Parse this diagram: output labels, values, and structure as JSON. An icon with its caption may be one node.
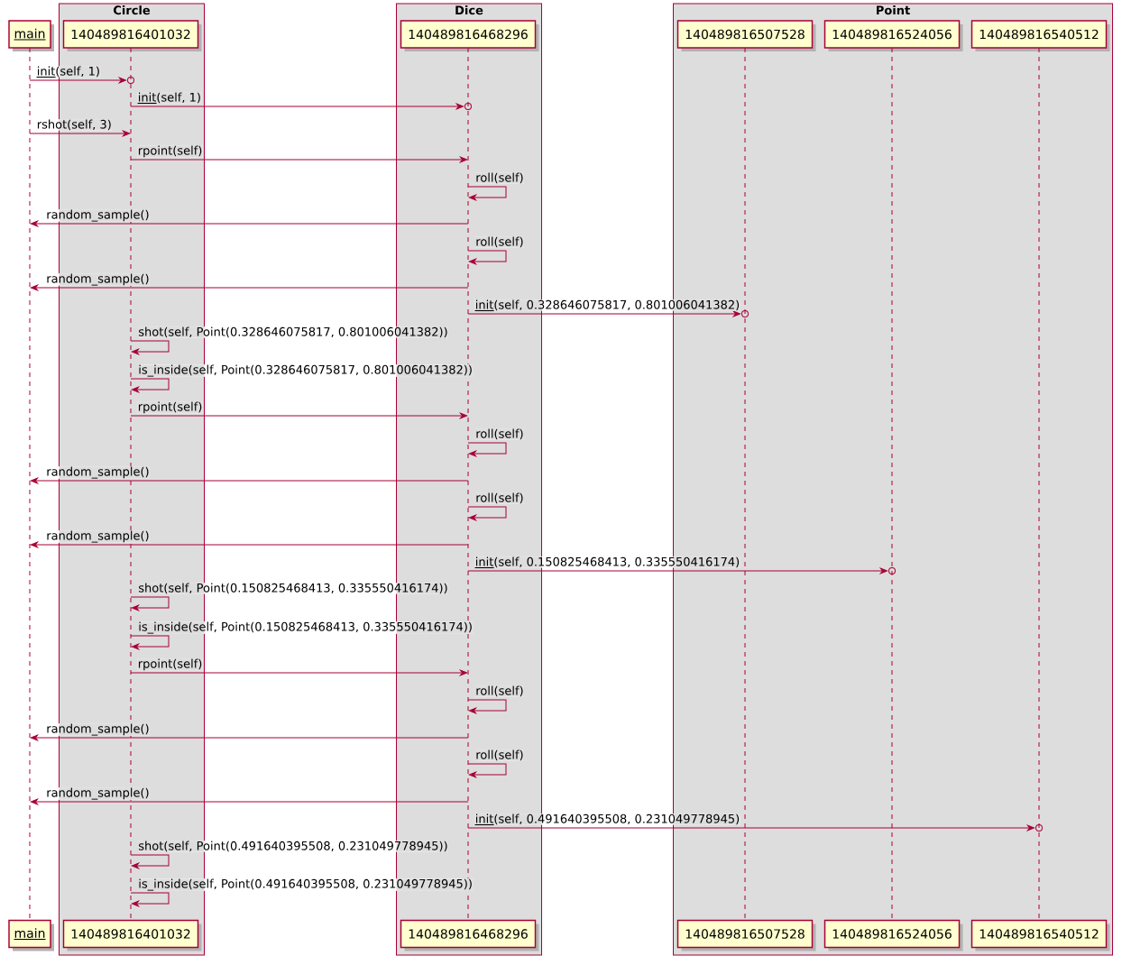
{
  "diagram": {
    "nodes": [
      {
        "text": [
          "main"
        ]
      },
      {
        "text": [
          "Circle"
        ]
      },
      {
        "text": [
          "140489816401032"
        ],
        "in": 1
      },
      {
        "text": [
          "Dice"
        ]
      },
      {
        "text": [
          "140489816468296"
        ],
        "in": 3
      },
      {
        "text": [
          "Point"
        ]
      },
      {
        "text": [
          "140489816507528"
        ],
        "in": 5
      },
      {
        "text": [
          "140489816524056"
        ],
        "in": 5
      },
      {
        "text": [
          "140489816540512"
        ],
        "in": 5
      },
      {
        "text": [],
        "shape": "line"
      },
      {
        "text": [],
        "shape": "line",
        "in": 1
      },
      {
        "text": [],
        "shape": "line",
        "in": 3
      },
      {
        "text": [],
        "shape": "line",
        "in": 5
      },
      {
        "text": [],
        "shape": "line",
        "in": 5
      },
      {
        "text": [],
        "shape": "line",
        "in": 5
      },
      {
        "text": [
          "main"
        ]
      },
      {
        "text": [
          "140489816401032"
        ],
        "in": 1
      },
      {
        "text": [
          "140489816468296"
        ],
        "in": 3
      },
      {
        "text": [
          "140489816507528"
        ],
        "in": 5
      },
      {
        "text": [
          "140489816524056"
        ],
        "in": 5
      },
      {
        "text": [
          "140489816540512"
        ],
        "in": 5
      }
    ],
    "edges": [
      {
        "from": 9,
        "to": 10,
        "arrow": "to",
        "label": "init(self, 1)"
      },
      {
        "from": 10,
        "to": 11,
        "arrow": "to",
        "label": "init(self, 1)"
      },
      {
        "from": 9,
        "to": 10,
        "arrow": "to",
        "label": "rshot(self, 3)"
      },
      {
        "from": 10,
        "to": 11,
        "arrow": "to",
        "label": "rpoint(self)"
      },
      {
        "from": 11,
        "to": 11,
        "arrow": "to",
        "label": "roll(self)"
      },
      {
        "from": 11,
        "to": 9,
        "arrow": "to",
        "label": "random_sample()"
      },
      {
        "from": 11,
        "to": 11,
        "arrow": "to",
        "label": "roll(self)"
      },
      {
        "from": 11,
        "to": 9,
        "arrow": "to",
        "label": "random_sample()"
      },
      {
        "from": 11,
        "to": 12,
        "arrow": "to",
        "label": "init(self, 0.328646075817, 0.801006041382)"
      },
      {
        "from": 10,
        "to": 10,
        "arrow": "to",
        "label": "shot(self, Point(0.328646075817, 0.801006041382))"
      },
      {
        "from": 10,
        "to": 10,
        "arrow": "to",
        "label": "is_inside(self, Point(0.328646075817, 0.801006041382))"
      },
      {
        "from": 10,
        "to": 11,
        "arrow": "to",
        "label": "rpoint(self)"
      },
      {
        "from": 11,
        "to": 11,
        "arrow": "to",
        "label": "roll(self)"
      },
      {
        "from": 11,
        "to": 9,
        "arrow": "to",
        "label": "random_sample()"
      },
      {
        "from": 11,
        "to": 11,
        "arrow": "to",
        "label": "roll(self)"
      },
      {
        "from": 11,
        "to": 9,
        "arrow": "to",
        "label": "random_sample()"
      },
      {
        "from": 11,
        "to": 13,
        "arrow": "to",
        "label": "init(self, 0.150825468413, 0.335550416174)"
      },
      {
        "from": 10,
        "to": 10,
        "arrow": "to",
        "label": "shot(self, Point(0.150825468413, 0.335550416174))"
      },
      {
        "from": 10,
        "to": 10,
        "arrow": "to",
        "label": "is_inside(self, Point(0.150825468413, 0.335550416174))"
      },
      {
        "from": 10,
        "to": 11,
        "arrow": "to",
        "label": "rpoint(self)"
      },
      {
        "from": 11,
        "to": 11,
        "arrow": "to",
        "label": "roll(self)"
      },
      {
        "from": 11,
        "to": 9,
        "arrow": "to",
        "label": "random_sample()"
      },
      {
        "from": 11,
        "to": 11,
        "arrow": "to",
        "label": "roll(self)"
      },
      {
        "from": 11,
        "to": 9,
        "arrow": "to",
        "label": "random_sample()"
      },
      {
        "from": 11,
        "to": 14,
        "arrow": "to",
        "label": "init(self, 0.491640395508, 0.231049778945)"
      },
      {
        "from": 10,
        "to": 10,
        "arrow": "to",
        "label": "shot(self, Point(0.491640395508, 0.231049778945))"
      },
      {
        "from": 10,
        "to": 10,
        "arrow": "to",
        "label": "is_inside(self, Point(0.491640395508, 0.231049778945))"
      }
    ]
  }
}
